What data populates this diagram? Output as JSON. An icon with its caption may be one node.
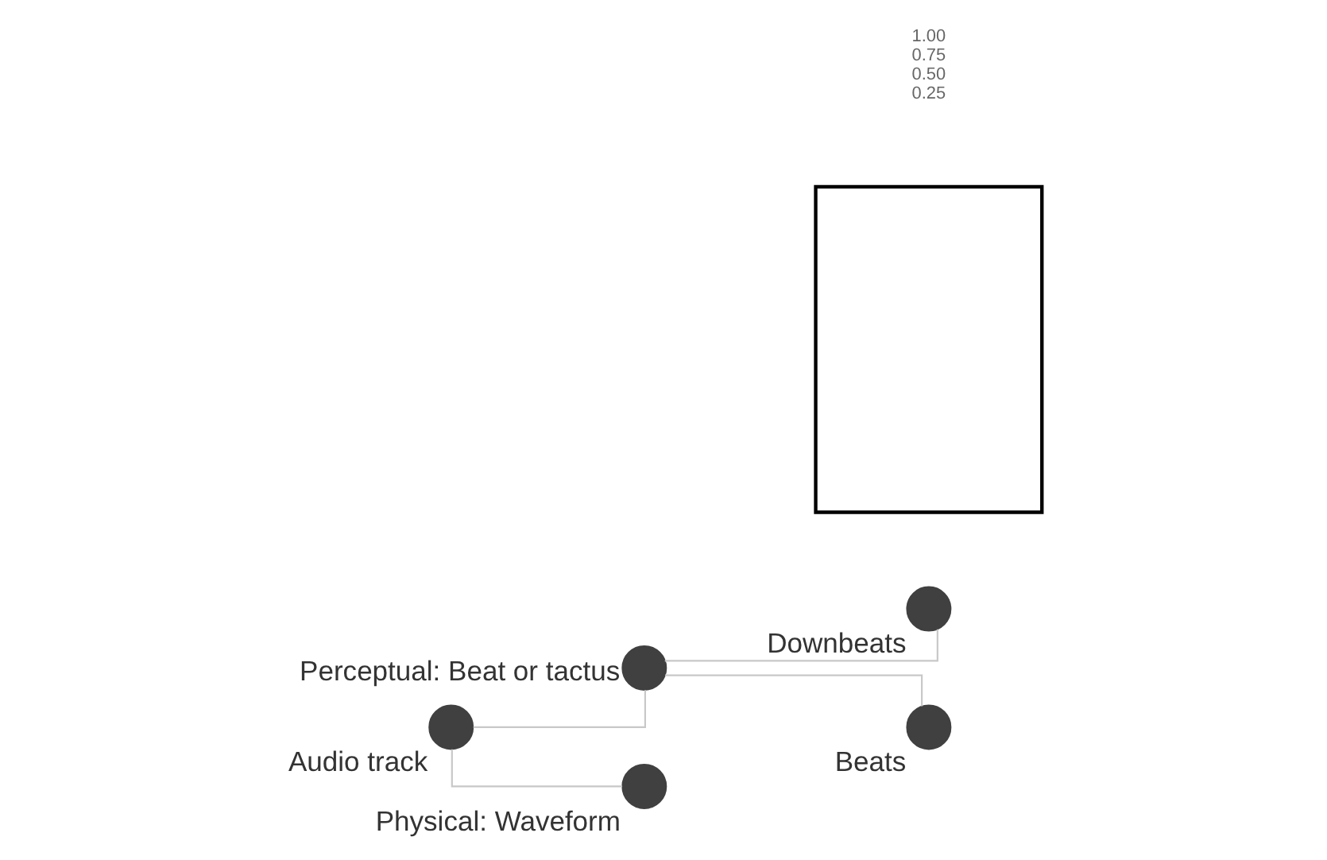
{
  "diagram": {
    "nodes": [
      {
        "text": [
          "Audio track"
        ]
      },
      {
        "text": [
          "Perceptual: Beat or tactus"
        ]
      },
      {
        "text": [
          "Downbeats"
        ]
      },
      {
        "text": [
          "Beats"
        ]
      },
      {
        "text": [
          "Physical: Waveform"
        ]
      },
      {
        "text": [],
        "shape": "box"
      }
    ],
    "edges": [
      {
        "from": 0,
        "to": 1,
        "arrow": "none"
      },
      {
        "from": 0,
        "to": 4,
        "arrow": "none"
      },
      {
        "from": 1,
        "to": 2,
        "arrow": "none"
      },
      {
        "from": 1,
        "to": 3,
        "arrow": "none"
      }
    ],
    "labels": [
      "1.00",
      "0.75",
      "0.50",
      "0.25"
    ]
  }
}
